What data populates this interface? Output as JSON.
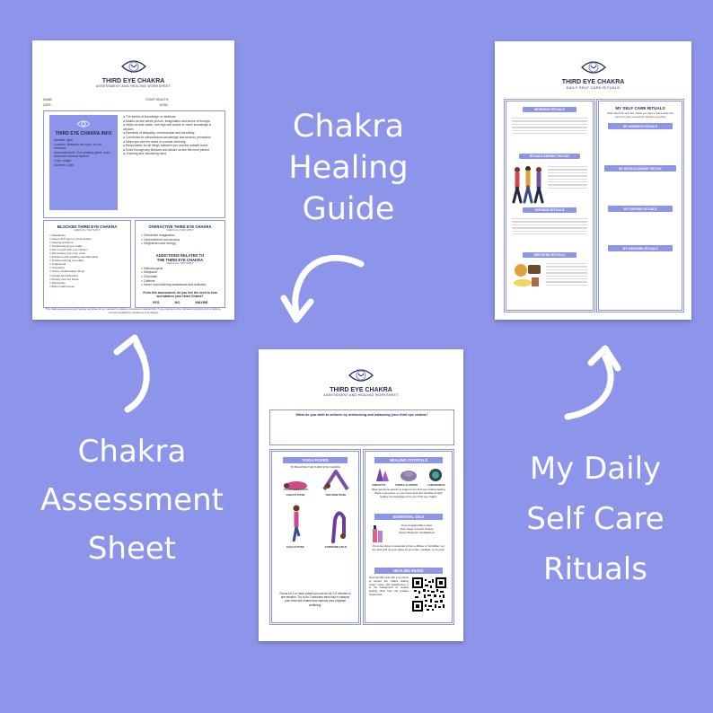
{
  "center_title": {
    "line1": "Chakra",
    "line2": "Healing",
    "line3": "Guide"
  },
  "left_caption": {
    "line1": "Chakra",
    "line2": "Assessment",
    "line3": "Sheet"
  },
  "right_caption": {
    "line1": "My Daily",
    "line2": "Self Care",
    "line3": "Rituals"
  },
  "colors": {
    "background": "#8d95ea",
    "accent": "#8d95ea",
    "navy": "#1f2a44"
  },
  "sheet1": {
    "title": "THIRD EYE CHAKRA",
    "subtitle": "ASSESSMENT AND HEALING WORKSHEET",
    "field_name": "NAME:",
    "field_date": "DATE:",
    "field_start": "START HEALTH:",
    "field_goal": "GOAL:",
    "info_title": "THIRD EYE CHAKRA INFO",
    "info_lines": [
      "Sanskrit: Ajna",
      "Location: Between the eyes, on the forehead",
      "Associated with: The pituitary gland, eyes, brain and nervous system",
      "Color: Indigo",
      "Element: Light"
    ],
    "benefits": [
      "The center of knowledge or intuitions",
      "Makes us see whole picture, imagination and sense of thought",
      "Helps us look inside, see high self and/or to reach knowledge & wisdom",
      "Elements of telepathy, communicate and sensitivity",
      "Connected to subconscious knowledge and sensory perception",
      "Helps you see the world in a whole meaning",
      "Responsible for all things between you and the outside world",
      "Goes through any illusions and allows us see the inner picture",
      "Chanting and visualizing mind"
    ],
    "blocked_title": "BLOCKED THIRD EYE CHAKRA",
    "blocked_sub": "CHECK ALL THAT APPLY",
    "blocked_items": [
      "Headaches",
      "Issues with sight or concentration",
      "Hearing problems",
      "Trouble listening to reality",
      "Not in touch with your intuition",
      "Not trusting your inner voice",
      "Problems with recalling important facts",
      "Trouble learning new skills",
      "Judgmental",
      "Overactive",
      "Overly intellectualize things",
      "Fearful and distrustful",
      "Anxiety over the future",
      "Depression",
      "Brain health issues"
    ],
    "over_title": "OVERACTIVE THIRD EYE CHAKRA",
    "over_sub": "CHECK ALL THAT APPLY",
    "over_items": [
      "Overactive imagination",
      "Overwhelmed and anxious",
      "Heightened awe energy"
    ],
    "addiction_title_1": "ADDICTIONS RELATED TO",
    "addiction_title_2": "THE THIRD EYE CHAKRA",
    "addiction_sub": "CHECK ALL THAT APPLY",
    "addiction_items": [
      "Hallucinogens",
      "Marijuana",
      "Chocolate",
      "Caffeine",
      "Never mood altering substances and activities"
    ],
    "question": "From this assessment, do you feel the need to heal and balance your Heart Chakra?",
    "answers": [
      "YES",
      "NO",
      "MAYBE"
    ],
    "disclaimer": "This chakra assessment and healing worksheet is not intended to replace professional medical help. If you experience the indicated symptoms and conditions, consult a healthcare practitioner immediately."
  },
  "sheet2": {
    "title": "THIRD EYE CHAKRA",
    "subtitle": "DAILY SELF CARE RITUALS",
    "morning": "MORNING RITUALS",
    "during": "RITUALS DURING THE DAY",
    "evening": "EVENING RITUALS",
    "weekend": "WEEKEND RITUALS",
    "my_title": "MY SELF CARE RITUALS",
    "my_intro": "Write about the self-care rituals you want to follow daily and commit to give yourself the self-love everyday.",
    "my_morning": "MY MORNING RITUALS",
    "my_day": "MY RITUALS DURING THE DAY",
    "my_evening": "MY EVENING RITUALS",
    "my_weekend": "MY WEEKEND RITUALS"
  },
  "sheet3": {
    "title": "THIRD EYE CHAKRA",
    "subtitle": "ASSESSMENT AND HEALING WORKSHEET",
    "question": "What do you wish to achieve by unblocking and balancing your third eye chakra?",
    "yoga_title": "YOGA POSES",
    "yoga_sub": "TO BALANCE THE THIRD EYE CHAKRA",
    "poses": [
      "CHILD'S POSE",
      "DOLPHIN POSE",
      "EAGLE POSE",
      "FORWARD FOLD"
    ],
    "yoga_note": "Focus on 2 or more poses you can do for 2-5 minutes in one session. Try to do 2 sessions each day to balance your third eye chakra and improve your physical wellbeing.",
    "crystals_title": "HEALING CRYSTALS",
    "crystals": [
      "AMETHYST",
      "PURPLE FLUORITE",
      "LABRADORITE"
    ],
    "crystals_note": "Wear gemstone jewelry to support your third eye chakra healing. Place a gemstone on your chest area and visualize its light healing any blockages from your third eye chakra.",
    "oils_title": "ESSENTIAL OILS",
    "oils": [
      "Pure Angelica",
      "Bay Laurel",
      "Clary Sage",
      "Cypress",
      "Juniper",
      "Sweet Marjoram",
      "Sandalwood"
    ],
    "oils_note": "Put a few drops of essential oil into a diffuser or humidifier. Let the aroma fill up your space as you relax, meditate, or do yoga.",
    "music_title": "HEALING MUSIC",
    "music_note": "Scan the QR code with your phone to access the chakra healing music. Listen with headphones or in the background to receive healing vibes from the positive frequencies."
  }
}
